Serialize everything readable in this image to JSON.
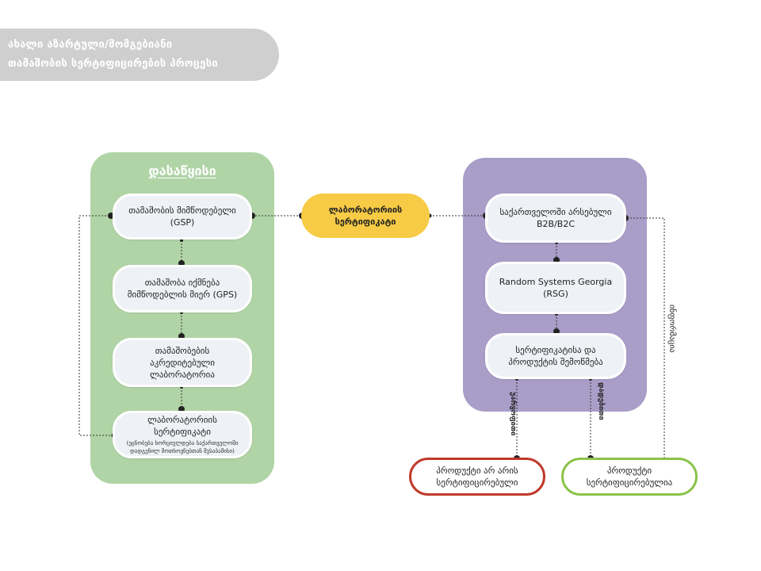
{
  "title": {
    "line1": "ახალი აზარტული/მომგებიანი",
    "line2": "თამაშობის სერტიფიცირების პროცესი"
  },
  "start_panel": {
    "title": "დასაწყისი",
    "nodes": [
      {
        "line1": "თამაშობის მიმწოდებელი",
        "line2": "(GSP)"
      },
      {
        "line1": "თამაშობა იქმნება",
        "line2": "მიმწოდებლის მიერ (GPS)"
      },
      {
        "line1": "თამაშობების",
        "line2": "აკრედიტებული",
        "line3": "ლაბორატორია"
      },
      {
        "line1": "ლაბორატორიის სერტიფიკატი",
        "note": "(ეცნობება ხორციელდება საქართველოში დადგენილ მოთხოვნებთან შესაბამისი)"
      }
    ]
  },
  "lab_certificate": {
    "line1": "ლაბორატორიის",
    "line2": "სერტიფიკატი"
  },
  "right_panel": {
    "nodes": [
      {
        "line1": "საქართველოში არსებული",
        "line2": "B2B/B2C"
      },
      {
        "line1": "Random Systems Georgia",
        "line2": "(RSG)"
      },
      {
        "line1": "სერტიფიკატისა და",
        "line2": "პროდუქტის შემოწმება"
      }
    ]
  },
  "outcomes": {
    "fail": {
      "line1": "პროდუქტი არ არის",
      "line2": "სერტიფიცირებული"
    },
    "pass": {
      "line1": "პროდუქტი",
      "line2": "სერტიფიცირებულია"
    }
  },
  "edge_labels": {
    "negative": "უარყოფითი",
    "positive": "დადებითი",
    "feedback": "ინფორმაცია"
  },
  "colors": {
    "green_panel": "#b0d4a6",
    "purple_panel": "#a89ec8",
    "yellow": "#f7cb45",
    "red_border": "#c0392b",
    "green_border": "#8bc34a",
    "title_pill": "#cfcfcf"
  }
}
